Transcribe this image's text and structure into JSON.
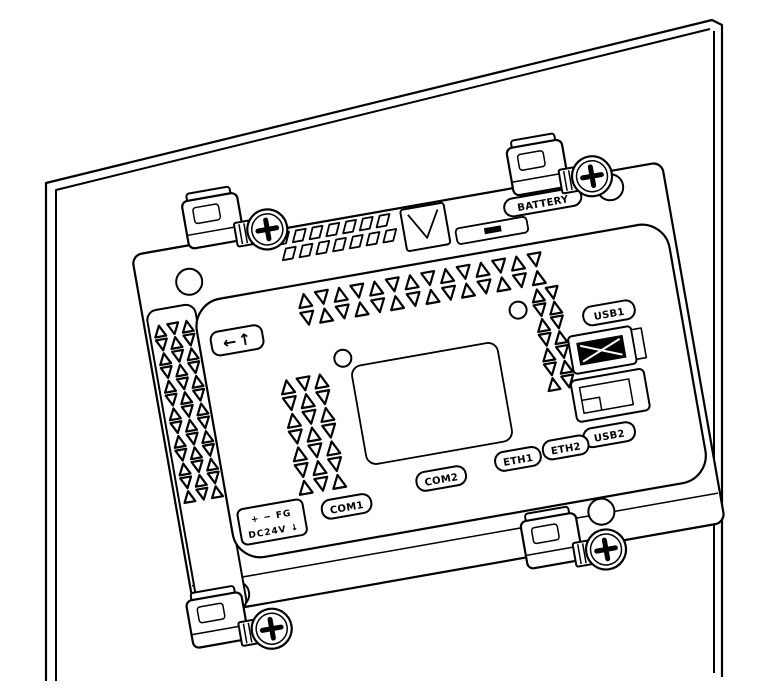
{
  "colors": {
    "line": "#000000",
    "background": "#ffffff"
  },
  "labels": {
    "battery": "BATTERY",
    "usb1": "USB1",
    "usb2": "USB2",
    "com1": "COM1",
    "com2": "COM2",
    "eth1": "ETH1",
    "eth2": "ETH2",
    "power_row1": "+ − FG",
    "power_row2": "DC24V ↓",
    "direction_arrows": "←↑"
  },
  "icons": {
    "phillips_screw": "+",
    "direction_left_arrow": "←",
    "direction_up_arrow": "↑",
    "ground_arrow": "↓",
    "vent_pattern": "▲▽",
    "mounting_clamp": "⊏"
  }
}
